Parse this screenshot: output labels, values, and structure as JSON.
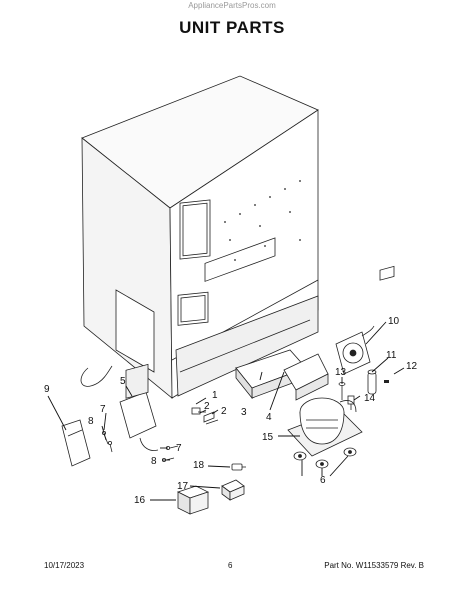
{
  "header": {
    "watermark": "AppliancePartsPros.com",
    "title": "UNIT PARTS"
  },
  "callouts": {
    "c1": "1",
    "c2a": "2",
    "c2b": "2",
    "c3": "3",
    "c4": "4",
    "c5": "5",
    "c6": "6",
    "c7a": "7",
    "c7b": "7",
    "c8a": "8",
    "c8b": "8",
    "c9": "9",
    "c10": "10",
    "c11": "11",
    "c12": "12",
    "c13": "13",
    "c14": "14",
    "c15": "15",
    "c16": "16",
    "c17": "17",
    "c18": "18"
  },
  "footer": {
    "date": "10/17/2023",
    "page": "6",
    "part_info": "Part No. W11533579  Rev. B"
  }
}
